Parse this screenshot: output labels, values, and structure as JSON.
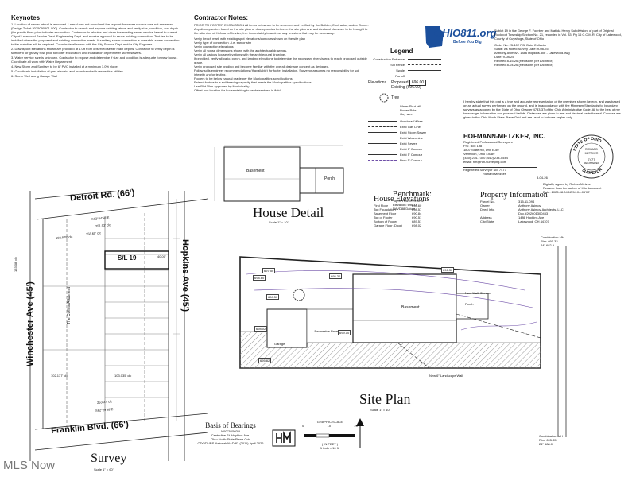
{
  "keynotes": {
    "title": "Keynotes",
    "items": [
      "1. Location of sewer lateral is assumed. Lateral was not found and the request for sewer records was not answered (Design Ticket 2025090501-000). Contractor to search and expose existing lateral and verify size, condition, and depth (for gravity flow) prior to footer excavation. Contractor to televise and clean the existing sewer service lateral to current City of Lakewood Service Dept./Engineering Dept. and receive approval to reuse existing connection. Test tee to be installed where the proposed and existing connection meets. If sanitary sewer connection is unusable a new connection to the mainline will be required. Coordinate all sewer with the City Service Dept and/or City Engineer.",
      "2. Downspout elevations shown are provided at 1.0ft from observed sewer main depths. Contractor to verify depth is sufficient for gravity flow prior to footer excavation and installation of perimeter storm sewers.",
      "3. Water service size is unknown. Contractor to expose and determine if size and condition is adequate for new house. Coordinate all work with Water Department.",
      "4. New Storm and Sanitary to be 6\" PVC installed at a minimum 1.0% slope.",
      "5. Coordinate installation of gas, electric, and broadband with respective utilities.",
      "6. Storm Well along Garage Wall"
    ]
  },
  "contractor_notes": {
    "title": "Contractor Notes:",
    "lead": "PRIOR TO FOOTER EXCAVATION All items below are to be reviewed and verified by the Builder, Contractor, and/or Owner. Any discrepancies found on the site plan or discrepancies between the site plan and architectural plans are to be brought to the attention of Hofmann-Metzker, Inc. immediately to address any revisions that may be necessary.",
    "items": [
      "Verify bench mark with existing spot elevations/contours shown on the site plan",
      "Verify type of connection - i.e. san or stm",
      "Verify connection elevations",
      "Verify all house dimensions shown with the architectural drawings.",
      "Verify all various house elevations with the architectural drawings.",
      "If provided, verify all patio, porch, and landing elevations to determine the necessary risers/steps to reach proposed outside grade.",
      "Verify proposed site grading and become familiar with the overall drainage concept as designed.",
      "Follow soils engineer recommendations (if available) for footer installation. Surveyor assumes no responsibility for soil integrity and/or testing.",
      "Footers to be below natural grade per the Municipalities specifications.",
      "Extend footers to a soil bearing capacity that meets the Municipalities specifications.",
      "Use Plot Plan approved by Municipality",
      "Offset hub location for house staking to be determined in field"
    ]
  },
  "legend": {
    "title": "Legend",
    "rows": [
      "Construction Entrance",
      "Silt Fence",
      "Swale",
      "Runoff"
    ],
    "elevations_label": "Elevations",
    "proposed_label": "Proposed",
    "existing_label": "Existing",
    "proposed_value": "696.00",
    "existing_value": "(696.00)",
    "tree_label": "Tree",
    "symbols": [
      "Water Shut-off",
      "Power Pole",
      "Guy wire"
    ],
    "lines": [
      "Overhead Wires",
      "Exist Gas Line",
      "Exist Storm Sewer",
      "Exist Watermine",
      "Exist Sewer",
      "Exist 1' Contour",
      "Exist 5' Contour",
      "Prop 1' Contour"
    ]
  },
  "ohio811": {
    "logo": "OHIO811.org",
    "sub": "Before You Dig"
  },
  "subject": {
    "text": "Sublot 19 in the George F. Foerber and Matilda Henry Subdivision, of part of Original Rockport Township Section No. 21, recorded in Vol. 33, Pg 16 C.C.M.R. City of Lakewood, County of Cuyahoga, State of Ohio",
    "lines": [
      "Order No. 25-102   F.B. Data Collector",
      "Scale: As Noted   Survey Date: 9-08-25",
      "Anthony Asimov - 1486 Hopkins Ave - Lakewood.dwg",
      "Date: 9-08-25",
      "Revised 8-15-26 (Revisions per Architect)",
      "Revised 8-04-26 (Revisions per Architect)"
    ]
  },
  "certification": "I hereby state that this plat is a true and accurate representation of the premises shown hereon, and was based on an actual survey performed on the ground, and is in accordance with the Minimum Standards for boundary surveys as adopted by the State of Ohio Chapter 4733-37 of the Ohio Administrative Code. All to the best of my knowledge, information and personal beliefs. Distances are given in feet and decimal parts thereof. Courses are given to the Ohio North State Plane Grid and are used to indicate angles only.",
  "firm": {
    "name": "HOFMANN-METZKER, INC.",
    "lines": [
      "Registered Professional Surveyors",
      "P.O. Box 198",
      "1807 State Rd, Unit E-50",
      "Vermilion, Ohio 44089",
      "(440) 234-7350  (440) 234-5544",
      "email: hm@hm-surveying.com"
    ],
    "signer_label": "Registered Surveyor No. 7477",
    "signer": "Richard Metzker",
    "date": "8-04-26"
  },
  "seal": {
    "ring_top": "STATE OF OHIO",
    "ring_bottom": "SURVEYOR",
    "name": "RICHARD METZKER",
    "number": "7477",
    "reg": "REGISTERED"
  },
  "digital_sig": {
    "lines": [
      "Digitally signed by RichardMetzker",
      "Reason: I am the author of this document",
      "Date: 2026.08.04 12:54:04-05'00'"
    ]
  },
  "property_info": {
    "title": "Property Information",
    "rows": [
      {
        "k": "Parcel No.",
        "v": "315-11-094"
      },
      {
        "k": "Owner",
        "v": "Anthony Asimov"
      },
      {
        "k": "Deed Info.",
        "v": "Anthony Asimov Architects, LLC"
      },
      {
        "k": "",
        "v": "Doc.#202601300453"
      },
      {
        "k": "Address",
        "v": "1486 Hopkins Ave"
      },
      {
        "k": "City/State",
        "v": "Lakewood, OH 44107"
      }
    ]
  },
  "benchmark": {
    "title": "Benchmark:",
    "lines": [
      "Top of Hyd. E. S. of S.",
      "Elevation: 696.19",
      "NAVD88 Datum"
    ]
  },
  "house_elevations": {
    "title": "House Elevations",
    "rows": [
      {
        "k": "First Floor",
        "v": "698.60"
      },
      {
        "k": "Top Foundation",
        "v": "698.57"
      },
      {
        "k": "Basement Floor",
        "v": "690.84"
      },
      {
        "k": "Top of Footer",
        "v": "690.51"
      },
      {
        "k": "Bottom of Footer",
        "v": "689.51"
      },
      {
        "k": "Garage Floor (Door)",
        "v": "698.02"
      }
    ]
  },
  "house_detail": {
    "title": "House Detail",
    "scale": "Scale 1\" = 10'",
    "labels": [
      "Basement",
      "Porch"
    ]
  },
  "survey": {
    "title": "Survey",
    "scale": "Scale 1\" = 60'",
    "streets": [
      "Detroit Rd. (66')",
      "Franklin Blvd. (66')",
      "Winchester Ave (45')",
      "Hopkins Ave (45')"
    ],
    "allotment": "The Collins Allotment",
    "sublot": "S/L 19",
    "bearings": [
      "S62°34'56\"E",
      "S62°29'38\"E",
      "N00°29'50\"W"
    ],
    "distances": [
      "251.93' clc",
      "258.60' clc",
      "102.875' clc",
      "253.37' clc",
      "102.137' clc",
      "103.035' clc",
      "40.00'",
      "153.08' clc"
    ]
  },
  "site_plan": {
    "title": "Site Plan",
    "scale": "Scale 1\" = 10'",
    "labels": [
      "Basement",
      "Permeable Pavers",
      "Garage",
      "Porch",
      "New Walk Service",
      "Combination MH",
      "New 6\" Landscape Wall"
    ],
    "spot_elevations": [
      "698.60",
      "697.50",
      "695.30",
      "698.50",
      "699.10",
      "698.02",
      "695.82",
      "696.30"
    ]
  },
  "basis_of_bearings": {
    "title": "Basis of Bearings",
    "lines": [
      "N00°29'50\"W",
      "Centerline St. Hopkins Ave.",
      "Ohio North State Plane Grid",
      "ODOT VRS Network NAD 83 (2011) April 2026"
    ]
  },
  "graphic_scale": {
    "title": "GRAPHIC SCALE",
    "ticks": [
      "0",
      "10",
      "20"
    ],
    "unit": "( IN FEET )",
    "unit2": "1 inch = 10 ft."
  },
  "manholes": [
    {
      "label": "Combination MH",
      "lines": [
        "Rim: 691.33",
        "24\" 682.9"
      ]
    },
    {
      "label": "Combination MH",
      "lines": [
        "Rim: 695.35",
        "24\" 688.0"
      ]
    }
  ],
  "watermark": "MLS Now",
  "colors": {
    "accent": "#6f4fa8",
    "hatch": "#999999",
    "ohio_blue": "#1b4f9c"
  }
}
